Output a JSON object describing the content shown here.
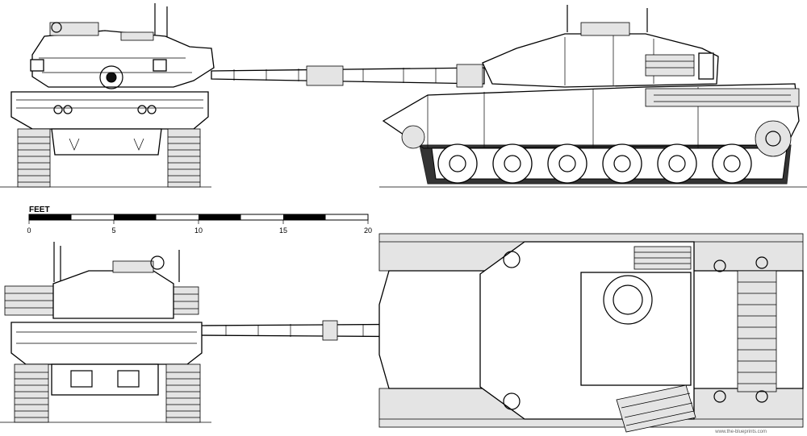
{
  "scale_bar": {
    "label": "FEET",
    "ticks": [
      "0",
      "5",
      "10",
      "15",
      "20"
    ],
    "segments": 8
  },
  "views": {
    "front": "front",
    "side": "side",
    "rear": "rear",
    "top": "top"
  },
  "watermark": "www.the-blueprints.com",
  "colors": {
    "ink": "#000000",
    "paper": "#ffffff"
  }
}
